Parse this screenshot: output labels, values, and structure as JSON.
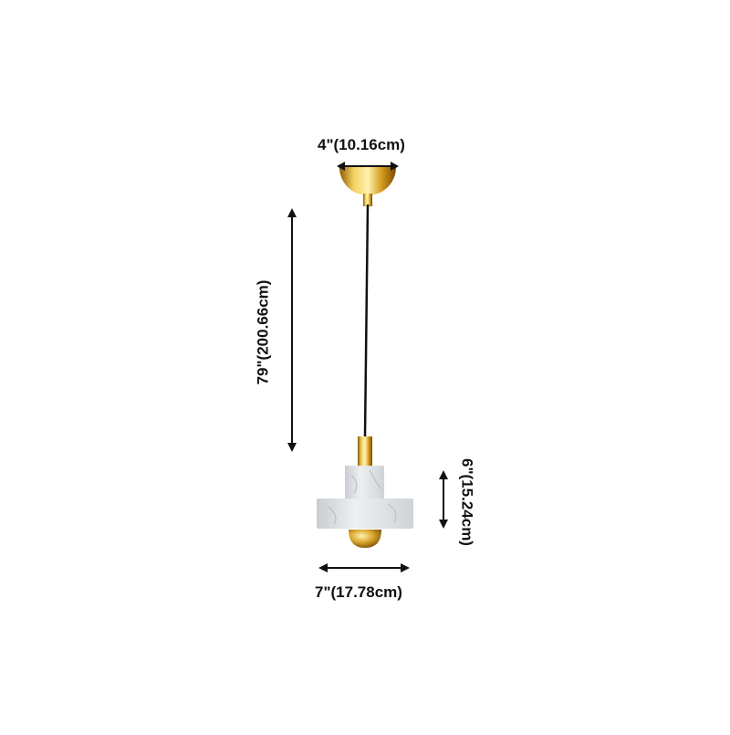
{
  "product": {
    "finish_colors": {
      "brass": "#d4a017",
      "marble": "#e6e8ea",
      "cord": "#111111"
    }
  },
  "dimensions": {
    "canopy_diameter": "4\"(10.16cm)",
    "cord_length": "79\"(200.66cm)",
    "shade_height": "6\"(15.24cm)",
    "shade_width": "7\"(17.78cm)"
  }
}
